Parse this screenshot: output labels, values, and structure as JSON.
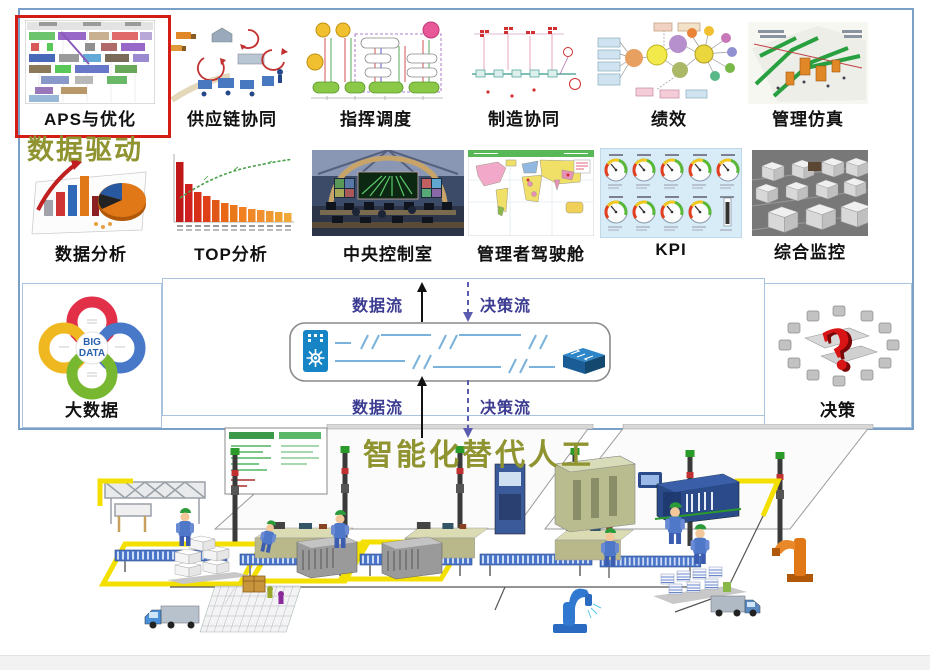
{
  "overlays": {
    "data_driven": "数据驱动",
    "intelligent_replace": "智能化替代人工"
  },
  "row1": [
    {
      "label": "APS与优化",
      "highlighted": true
    },
    {
      "label": "供应链协同"
    },
    {
      "label": "指挥调度"
    },
    {
      "label": "制造协同"
    },
    {
      "label": "绩效"
    },
    {
      "label": "管理仿真"
    }
  ],
  "row2": [
    {
      "label": "数据分析"
    },
    {
      "label": "TOP分析"
    },
    {
      "label": "中央控制室"
    },
    {
      "label": "管理者驾驶舱"
    },
    {
      "label": "KPI"
    },
    {
      "label": "综合监控"
    }
  ],
  "hub": {
    "big_data_label": "大数据",
    "big_data_center_line1": "BIG",
    "big_data_center_line2": "DATA",
    "decision_label": "决策",
    "data_flow": "数据流",
    "decision_flow": "决策流"
  },
  "colors": {
    "outer_border": "#7aa0c8",
    "highlight_red": "#d31c16",
    "olive": "#8f9430",
    "flow_text": "#3b3b92"
  }
}
